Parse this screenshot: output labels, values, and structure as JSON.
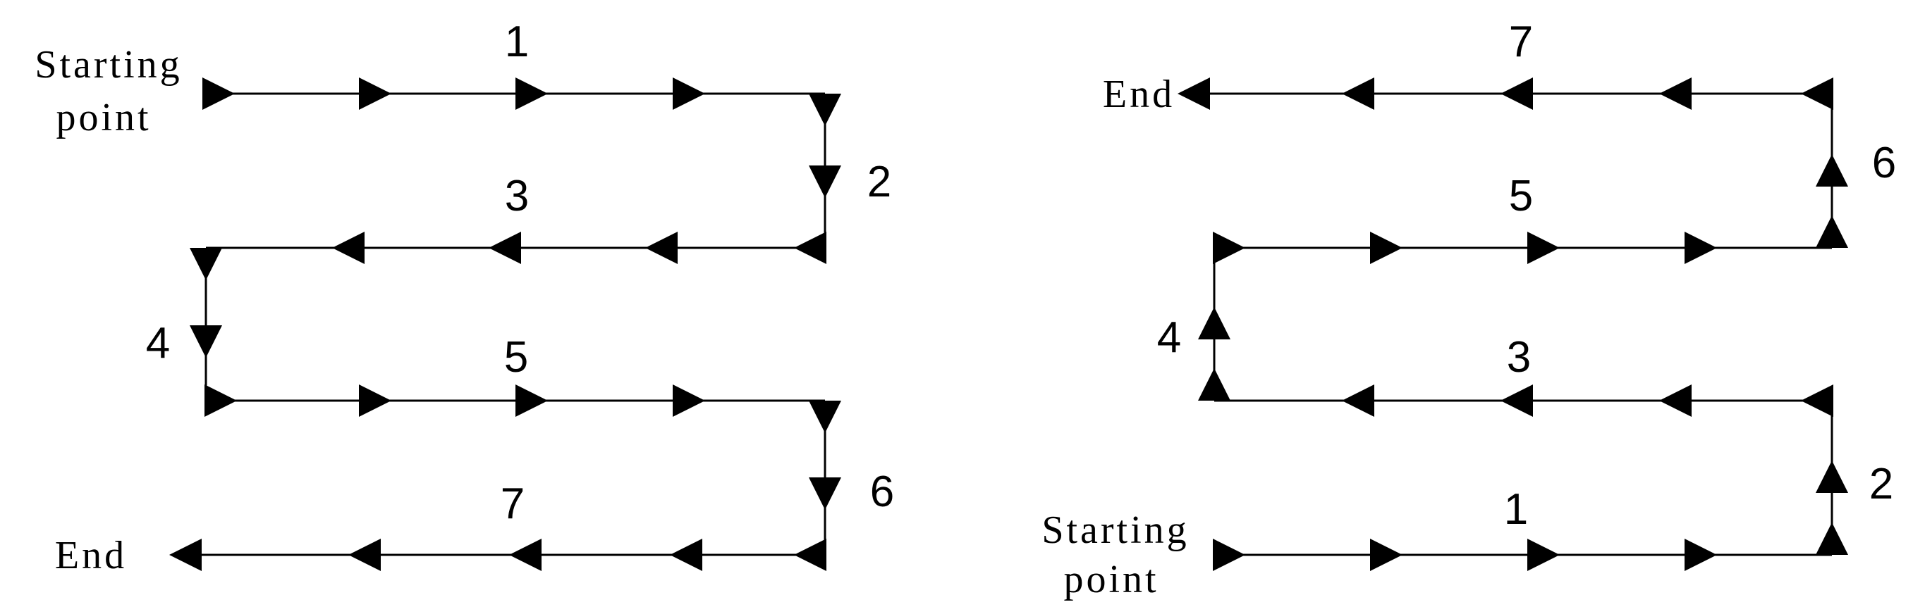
{
  "figure": {
    "background_color": "#ffffff",
    "line_color": "#000000",
    "description": "Two serpentine scan-path diagrams with numbered segments and direction arrows"
  },
  "left_diagram": {
    "start_label": {
      "line1": "Starting",
      "line2": "point"
    },
    "end_label": "End",
    "start_position": "top-left",
    "end_position": "bottom-left",
    "segments": [
      {
        "label": "1",
        "direction": "right"
      },
      {
        "label": "2",
        "direction": "down"
      },
      {
        "label": "3",
        "direction": "left"
      },
      {
        "label": "4",
        "direction": "down"
      },
      {
        "label": "5",
        "direction": "right"
      },
      {
        "label": "6",
        "direction": "down"
      },
      {
        "label": "7",
        "direction": "left"
      }
    ]
  },
  "right_diagram": {
    "start_label": {
      "line1": "Starting",
      "line2": "point"
    },
    "end_label": "End",
    "start_position": "bottom-left",
    "end_position": "top-left",
    "segments": [
      {
        "label": "1",
        "direction": "right"
      },
      {
        "label": "2",
        "direction": "up"
      },
      {
        "label": "3",
        "direction": "left"
      },
      {
        "label": "4",
        "direction": "up"
      },
      {
        "label": "5",
        "direction": "right"
      },
      {
        "label": "6",
        "direction": "up"
      },
      {
        "label": "7",
        "direction": "left"
      }
    ]
  }
}
